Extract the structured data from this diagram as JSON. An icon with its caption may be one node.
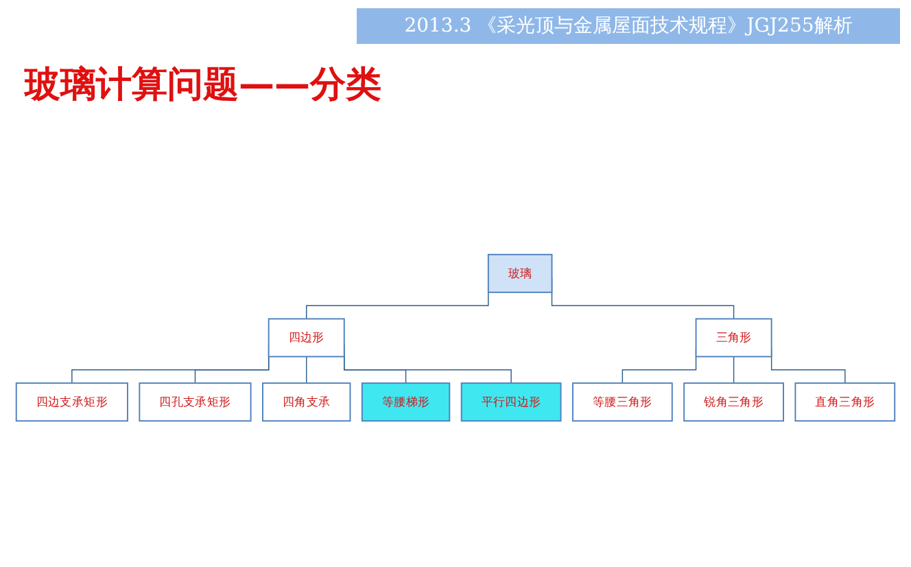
{
  "diagram": {
    "title": "玻璃计算问题——分类",
    "nodes": [
      {
        "text": [
          "玻璃"
        ]
      },
      {
        "text": [
          "四边形"
        ]
      },
      {
        "text": [
          "三角形"
        ]
      },
      {
        "text": [
          "四边支承矩形"
        ]
      },
      {
        "text": [
          "四孔支承矩形"
        ]
      },
      {
        "text": [
          "四角支承"
        ]
      },
      {
        "text": [
          "等腰梯形"
        ]
      },
      {
        "text": [
          "平行四边形"
        ]
      },
      {
        "text": [
          "等腰三角形"
        ]
      },
      {
        "text": [
          "锐角三角形"
        ]
      },
      {
        "text": [
          "直角三角形"
        ]
      }
    ],
    "edges": [
      {
        "from": 0,
        "to": 1,
        "arrow": "none"
      },
      {
        "from": 0,
        "to": 2,
        "arrow": "none"
      },
      {
        "from": 1,
        "to": 3,
        "arrow": "none"
      },
      {
        "from": 1,
        "to": 4,
        "arrow": "none"
      },
      {
        "from": 1,
        "to": 5,
        "arrow": "none"
      },
      {
        "from": 1,
        "to": 6,
        "arrow": "none"
      },
      {
        "from": 1,
        "to": 7,
        "arrow": "none"
      },
      {
        "from": 2,
        "to": 8,
        "arrow": "none"
      },
      {
        "from": 2,
        "to": 9,
        "arrow": "none"
      },
      {
        "from": 2,
        "to": 10,
        "arrow": "none"
      }
    ],
    "labels": [
      "2013.3 《采光顶与金属屋面技术规程》JGJ255解析"
    ]
  }
}
